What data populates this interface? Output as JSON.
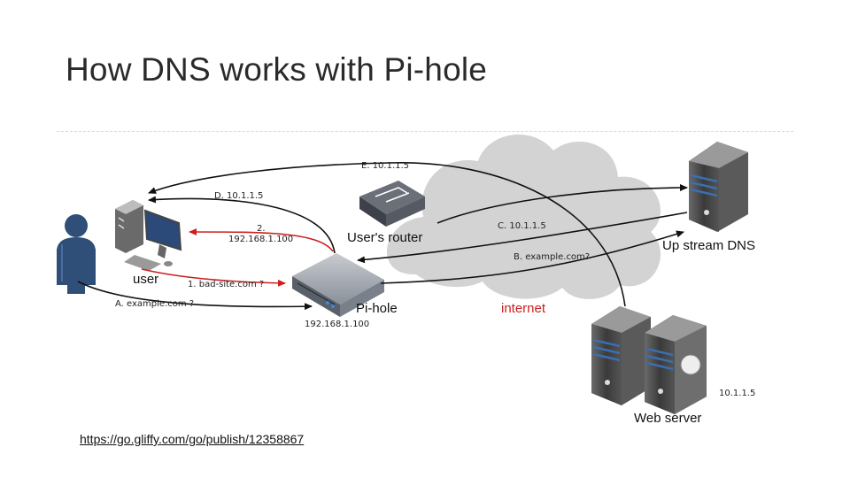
{
  "title": "How DNS works with Pi-hole",
  "source_link": "https://go.gliffy.com/go/publish/12358867",
  "diagram": {
    "nodes": {
      "user": "user",
      "router": "User's router",
      "pihole": "Pi-hole",
      "pihole_ip": "192.168.1.100",
      "internet": "internet",
      "upstream_dns": "Up stream DNS",
      "web_server": "Web server",
      "web_server_ip": "10.1.1.5"
    },
    "edges": {
      "a": "A. example.com ?",
      "b": "B. example.com?",
      "c": "C. 10.1.1.5",
      "d": "D. 10.1.1.5",
      "e": "E. 10.1.1.5",
      "step1": "1. bad-site.com ?",
      "step2_num": "2.",
      "step2_ip": "192.168.1.100"
    },
    "colors": {
      "arrow_black": "#111111",
      "arrow_red": "#cc2020",
      "cloud": "#d3d3d3",
      "server_dark": "#4a4a4a",
      "server_stripe": "#3a6fb0"
    }
  }
}
